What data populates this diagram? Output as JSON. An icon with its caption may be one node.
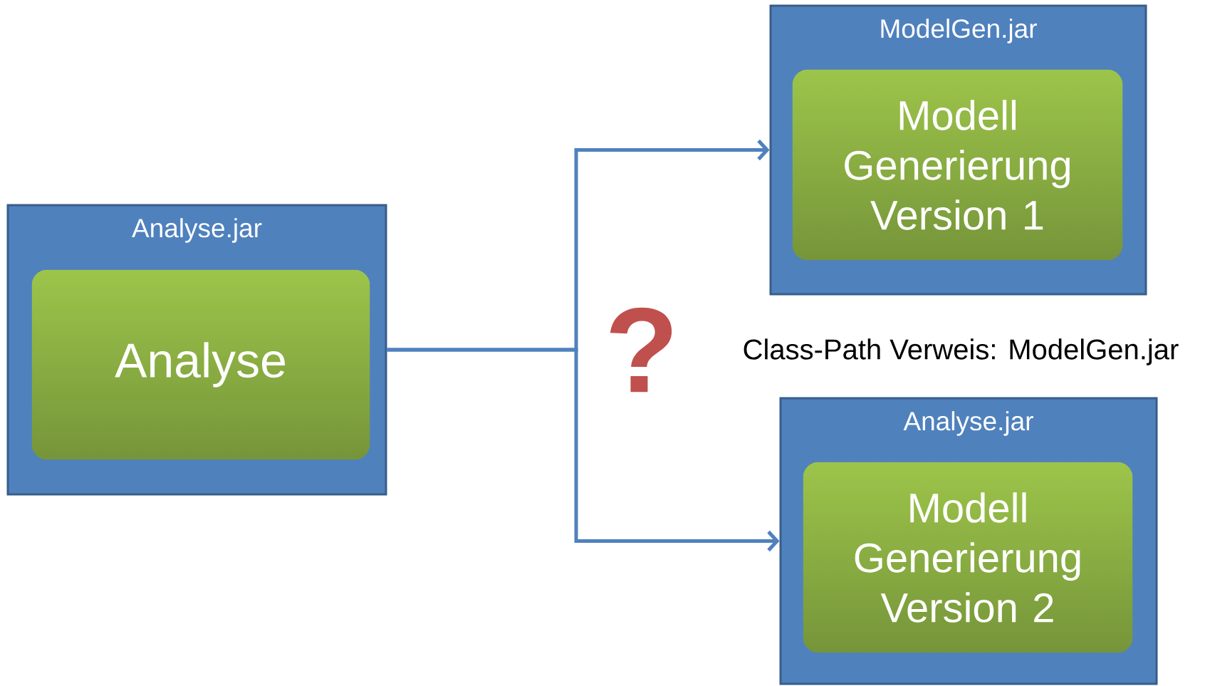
{
  "diagram": {
    "nodes": [
      {
        "text": [
          "Analyse.jar"
        ]
      },
      {
        "text": [
          "Analyse"
        ],
        "in": 0
      },
      {
        "text": [
          "ModelGen.jar"
        ]
      },
      {
        "text": [
          "Modell Generierung Version 1"
        ],
        "in": 2
      },
      {
        "text": [
          "Analyse.jar"
        ]
      },
      {
        "text": [
          "Modell Generierung Version 2"
        ],
        "in": 4
      }
    ],
    "edges": [
      {
        "from": 0,
        "to": 2,
        "arrow": "to"
      },
      {
        "from": 0,
        "to": 4,
        "arrow": "to"
      }
    ],
    "labels": [
      "?",
      "Class-Path Verweis: ModelGen.jar"
    ]
  }
}
